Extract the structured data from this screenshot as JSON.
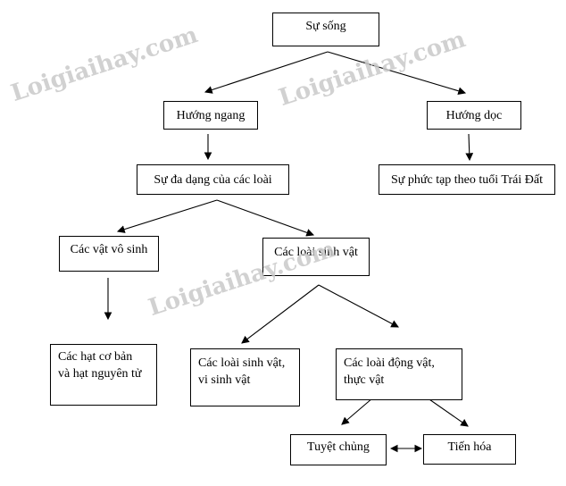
{
  "nodes": {
    "life": "Sự sống",
    "horizontal": "Hướng ngang",
    "vertical": "Hướng dọc",
    "diversity": "Sự đa dạng của các loài",
    "complexity": "Sự phức tạp theo tuổi Trái Đất",
    "nonliving": "Các vật vô sinh",
    "organisms": "Các loài sinh vật",
    "particles_1": "Các hạt cơ bản",
    "particles_2": "và hạt nguyên tử",
    "microbes_1": "Các loài sinh vật,",
    "microbes_2": "vi sinh vật",
    "animals_1": "Các loài động vật,",
    "animals_2": "thực vật",
    "extinction": "Tuyệt chủng",
    "evolution": "Tiến hóa"
  },
  "watermark": "Loigiaihay.com"
}
